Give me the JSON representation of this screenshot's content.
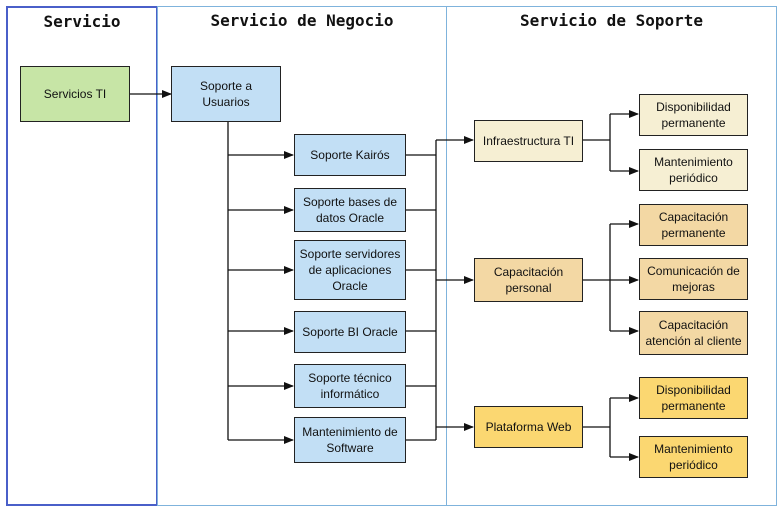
{
  "lanes": {
    "servicio": "Servicio",
    "negocio": "Servicio de Negocio",
    "soporte": "Servicio de Soporte"
  },
  "colors": {
    "lane_border_1": "#4a5fc9",
    "lane_border_2": "#7fb3dc",
    "servicio_box": "#c7e5a6",
    "negocio_box": "#c2dff5",
    "infra_box": "#f6efd3",
    "capacitacion_box": "#f3d8a4",
    "plataforma_box": "#fbd771"
  },
  "nodes": {
    "servicios_ti": "Servicios TI",
    "soporte_usuarios": "Soporte a Usuarios",
    "negocio": [
      "Soporte Kairós",
      "Soporte bases de\ndatos Oracle",
      "Soporte servidores\nde aplicaciones\nOracle",
      "Soporte BI Oracle",
      "Soporte técnico\ninformático",
      "Mantenimiento de\nSoftware"
    ],
    "infraestructura": "Infraestructura TI",
    "infraestructura_children": [
      "Disponibilidad\npermanente",
      "Mantenimiento\nperiódico"
    ],
    "capacitacion": "Capacitación\npersonal",
    "capacitacion_children": [
      "Capacitación\npermanente",
      "Comunicación de\nmejoras",
      "Capacitación\natención al cliente"
    ],
    "plataforma": "Plataforma Web",
    "plataforma_children": [
      "Disponibilidad\npermanente",
      "Mantenimiento\nperiódico"
    ]
  }
}
